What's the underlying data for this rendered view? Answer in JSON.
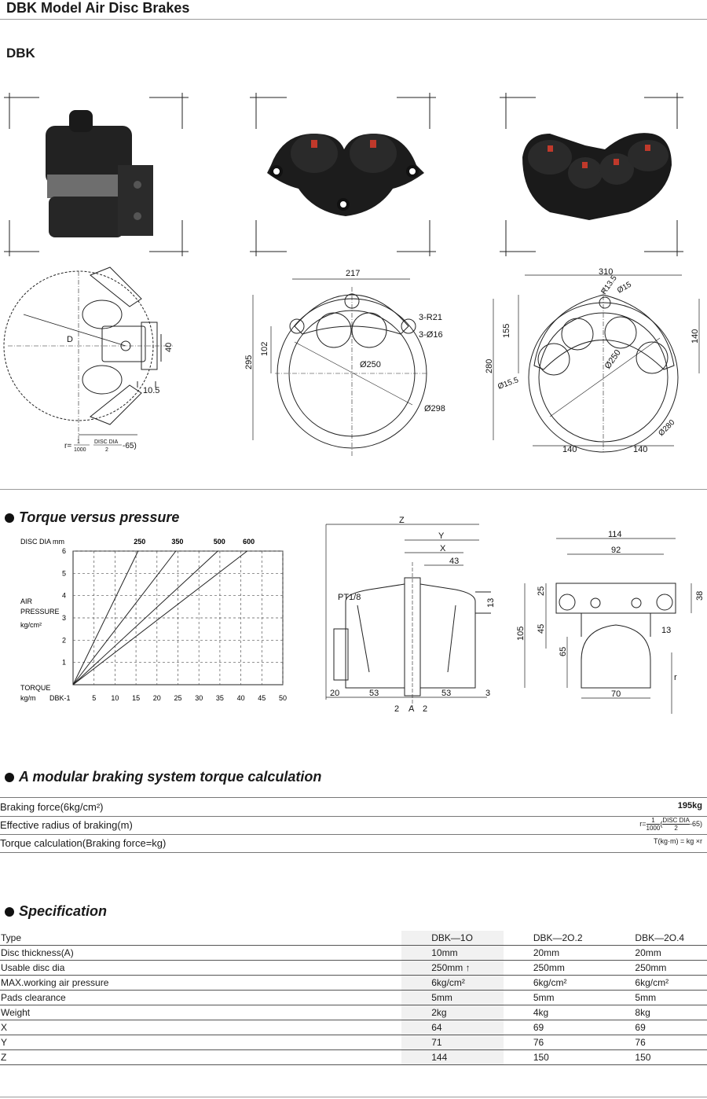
{
  "page": {
    "title": "DBK Model Air Disc Brakes",
    "model": "DBK"
  },
  "drawings": {
    "dbk10": {
      "dim_40": "40",
      "dim_10_5": "10.5",
      "label_d": "D",
      "formula_prefix": "r=",
      "formula_num": "1",
      "formula_den": "1000",
      "formula_inner_num": "DISC DIA",
      "formula_inner_den": "2",
      "formula_suffix": "-65)"
    },
    "dbk20": {
      "w217": "217",
      "h295": "295",
      "h102": "102",
      "r21": "3-R21",
      "d16": "3-Ø16",
      "d250": "Ø250",
      "d298": "Ø298"
    },
    "dbk40": {
      "w310": "310",
      "r13_5": "R13.5",
      "d15": "Ø15",
      "h155": "155",
      "h280": "280",
      "h140": "140",
      "d250": "Ø250",
      "d15_5": "Ø15.5",
      "d280": "Ø280",
      "w140a": "140",
      "w140b": "140"
    }
  },
  "torque_section": {
    "heading": "Torque versus pressure"
  },
  "chart_data": {
    "type": "line",
    "disc_dia_label": "DISC DIA  mm",
    "air_pressure_label": [
      "AIR",
      "PRESSURE",
      "kg/cm²"
    ],
    "torque_label": [
      "TORQUE",
      "kg/m"
    ],
    "x_first_label": "DBK-1",
    "x_ticks": [
      5,
      10,
      15,
      20,
      25,
      30,
      35,
      40,
      45,
      50
    ],
    "y_ticks": [
      1,
      2,
      3,
      4,
      5,
      6
    ],
    "xlim": [
      0,
      50
    ],
    "ylim": [
      0,
      6
    ],
    "grid": true,
    "series": [
      {
        "name": "250",
        "x": [
          0,
          15.5
        ],
        "y": [
          0,
          6
        ]
      },
      {
        "name": "350",
        "x": [
          0,
          24.5
        ],
        "y": [
          0,
          6
        ]
      },
      {
        "name": "500",
        "x": [
          0,
          34.5
        ],
        "y": [
          0,
          6
        ]
      },
      {
        "name": "600",
        "x": [
          0,
          41.5
        ],
        "y": [
          0,
          6
        ]
      }
    ]
  },
  "side_drawing": {
    "z": "Z",
    "y": "Y",
    "x": "X",
    "d43": "43",
    "pt": "PT1/8",
    "d13": "13",
    "d20": "20",
    "d53a": "53",
    "d53b": "53",
    "d3": "3",
    "d2a": "2",
    "a": "A",
    "d2b": "2"
  },
  "front_drawing": {
    "d114": "114",
    "d92": "92",
    "d25": "25",
    "d38": "38",
    "d45": "45",
    "d13": "13",
    "d105": "105",
    "d65": "65",
    "d70": "70",
    "r": "r"
  },
  "calc_section": {
    "heading": "A modular braking system torque calculation",
    "rows": [
      {
        "label": "Braking force(6kg/cm²)",
        "value": "195kg"
      },
      {
        "label": "Effective radius of braking(m)",
        "value": ""
      },
      {
        "label": "Torque calculation(Braking force=kg)",
        "value": "T(kg·m) = kg ×r"
      }
    ]
  },
  "spec_section": {
    "heading": "Specification",
    "rows": [
      [
        "Type",
        "DBK—1O",
        "DBK—2O.2",
        "DBK—2O.4"
      ],
      [
        "Disc thickness(A)",
        "10mm",
        "20mm",
        "20mm"
      ],
      [
        "Usable disc dia",
        "250mm ↑",
        "250mm",
        "250mm"
      ],
      [
        "MAX.working air pressure",
        "6kg/cm²",
        "6kg/cm²",
        "6kg/cm²"
      ],
      [
        "Pads clearance",
        "5mm",
        "5mm",
        "5mm"
      ],
      [
        "Weight",
        "2kg",
        "4kg",
        "8kg"
      ],
      [
        "X",
        "64",
        "69",
        "69"
      ],
      [
        "Y",
        "71",
        "76",
        "76"
      ],
      [
        "Z",
        "144",
        "150",
        "150"
      ]
    ]
  }
}
